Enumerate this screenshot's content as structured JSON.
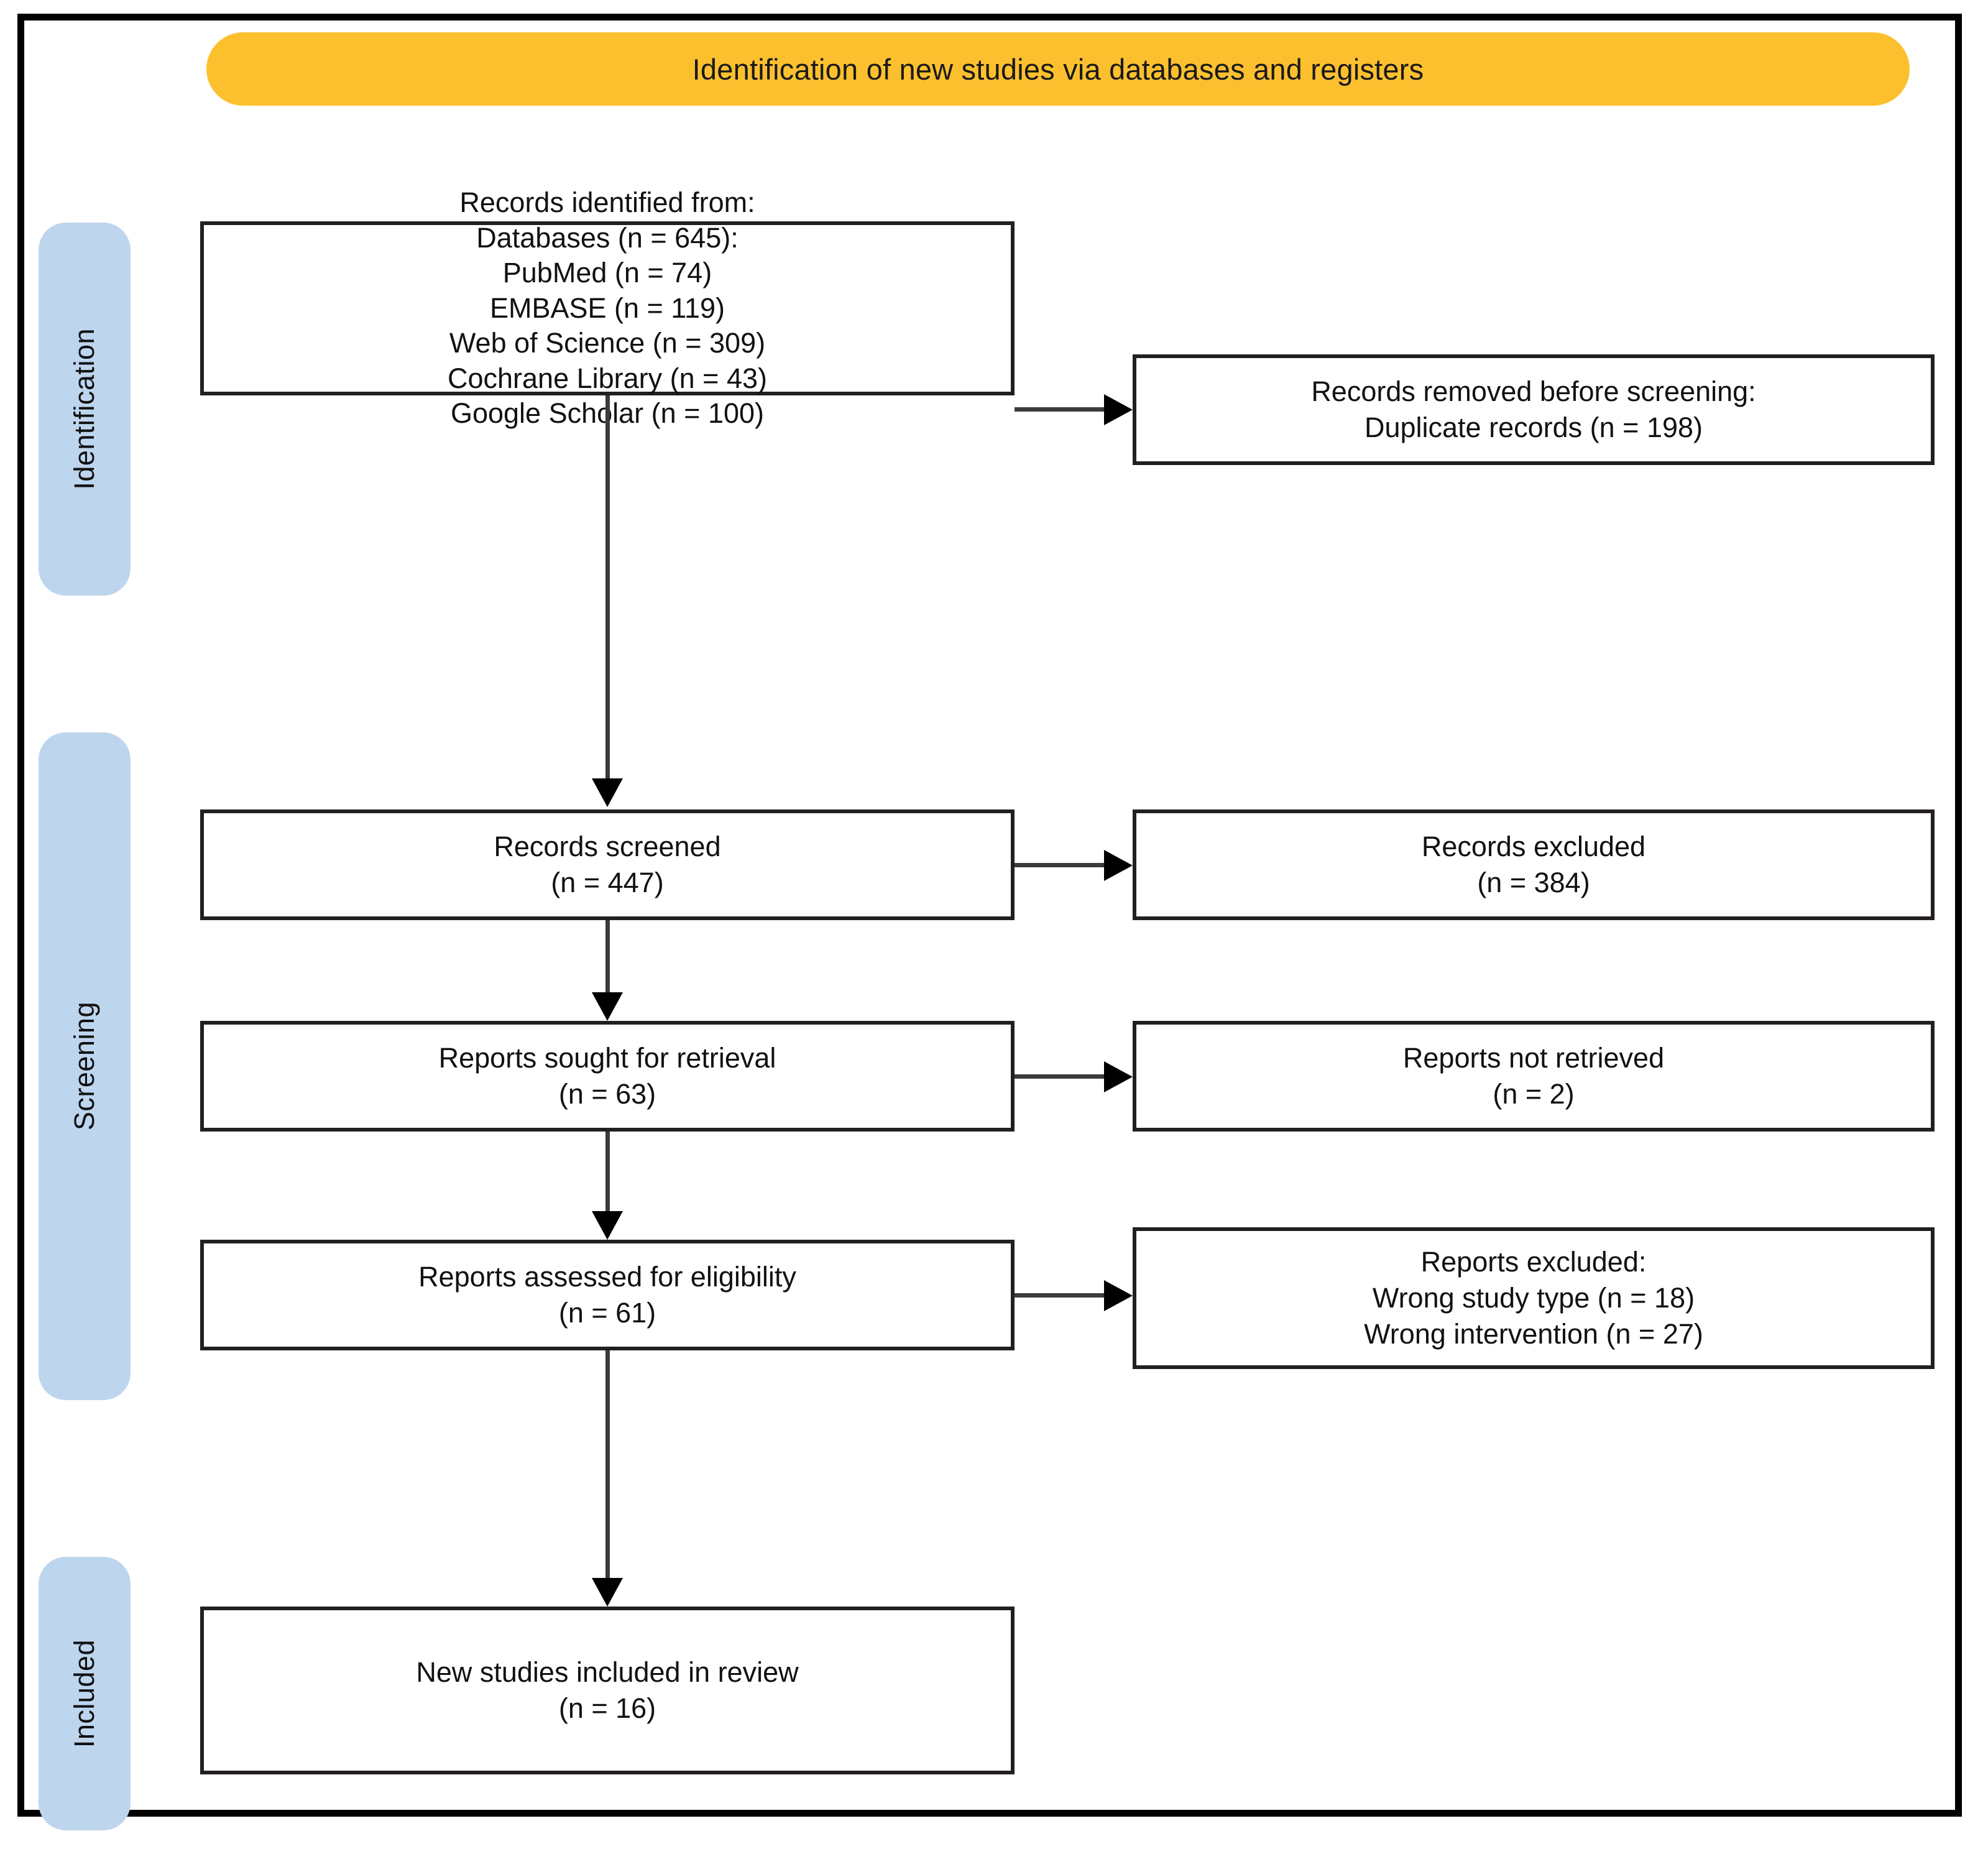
{
  "diagram": {
    "title": "PRISMA 2020 flow diagram for new systematic reviews",
    "banner_label": "Identification of new studies via databases and registers",
    "colors": {
      "banner": "#fcc02e",
      "stage_pill": "#bed5ee",
      "box_border": "#231f20",
      "connector": "#3b3b3b",
      "frame": "#000000"
    }
  },
  "stages": [
    {
      "id": "identification",
      "label": "Identification"
    },
    {
      "id": "screening",
      "label": "Screening"
    },
    {
      "id": "included",
      "label": "Included"
    }
  ],
  "boxes": {
    "identified": {
      "lines": [
        "Records identified from:",
        "Databases (n = 645):",
        "PubMed (n = 74)",
        "EMBASE (n = 119)",
        "Web of Science (n = 309)",
        "Cochrane Library (n = 43)",
        "Google Scholar (n = 100)"
      ]
    },
    "removed": {
      "lines": [
        "Records removed before screening:",
        "Duplicate records (n = 198)"
      ]
    },
    "screened": {
      "lines": [
        "Records screened",
        "(n = 447)"
      ]
    },
    "records_excluded": {
      "lines": [
        "Records excluded",
        "(n = 384)"
      ]
    },
    "sought": {
      "lines": [
        "Reports sought for retrieval",
        "(n = 63)"
      ]
    },
    "not_retrieved": {
      "lines": [
        "Reports not retrieved",
        "(n = 2)"
      ]
    },
    "assessed": {
      "lines": [
        "Reports assessed for eligibility",
        "(n = 61)"
      ]
    },
    "reports_excluded": {
      "lines": [
        "Reports excluded:",
        "Wrong study type (n = 18)",
        "Wrong intervention (n = 27)"
      ]
    },
    "new_included": {
      "lines": [
        "New studies included in review",
        "(n = 16)"
      ]
    }
  },
  "counts": {
    "databases_total": 645,
    "pubmed": 74,
    "embase": 119,
    "web_of_science": 309,
    "cochrane_library": 43,
    "google_scholar": 100,
    "duplicates_removed": 198,
    "records_screened": 447,
    "records_excluded": 384,
    "reports_sought": 63,
    "reports_not_retrieved": 2,
    "reports_assessed": 61,
    "excluded_wrong_study_type": 18,
    "excluded_wrong_intervention": 27,
    "new_studies_included": 16
  }
}
